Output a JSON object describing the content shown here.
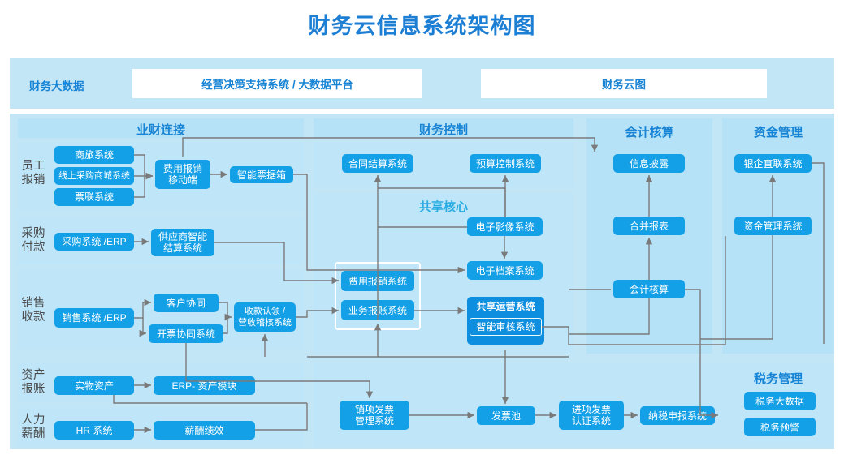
{
  "title": "财务云信息系统架构图",
  "theme": {
    "title_color": "#1d7fd4",
    "node_color": "#14a0e6",
    "node_dark": "#0d8ede",
    "panel_bg": "#b5e2f7",
    "outer_bg": "#c3e6f7",
    "wire_color": "#7a7a7a"
  },
  "top_band": {
    "label": "财务大数据",
    "boxes": [
      {
        "label": "经营决策支持系统 / 大数据平台"
      },
      {
        "label": "财务云图"
      }
    ]
  },
  "columns": {
    "business_finance": "业财连接",
    "financial_control": "财务控制",
    "accounting": "会计核算",
    "fund_management": "资金管理",
    "tax_management": "税务管理",
    "shared_core": "共享核心"
  },
  "rows": [
    {
      "label": "员工\n报销",
      "label_line1": "员工",
      "label_line2": "报销",
      "nodes": [
        "商旅系统",
        "线上采购商城系统",
        "票联系统",
        "费用报销\n移动端",
        "智能票据箱"
      ]
    },
    {
      "label_line1": "采购",
      "label_line2": "付款",
      "nodes": [
        "采购系统 /ERP",
        "供应商智能\n结算系统"
      ]
    },
    {
      "label_line1": "销售",
      "label_line2": "收款",
      "nodes": [
        "销售系统 /ERP",
        "客户协同",
        "开票协同系统",
        "收款认领 /\n营收稽核系统"
      ]
    },
    {
      "label_line1": "资产",
      "label_line2": "报账",
      "nodes": [
        "实物资产",
        "ERP- 资产模块"
      ]
    },
    {
      "label_line1": "人力",
      "label_line2": "薪酬",
      "nodes": [
        "HR 系统",
        "薪酬绩效"
      ]
    }
  ],
  "nodes": {
    "travel_system": "商旅系统",
    "online_mall": "线上采购商城系统",
    "ticket_union": "票联系统",
    "expense_mobile_l1": "费用报销",
    "expense_mobile_l2": "移动端",
    "smart_invoice_box": "智能票据箱",
    "purchase_erp": "采购系统 /ERP",
    "supplier_settle_l1": "供应商智能",
    "supplier_settle_l2": "结算系统",
    "sales_erp": "销售系统 /ERP",
    "customer_collab": "客户协同",
    "invoice_collab": "开票协同系统",
    "receipt_claim_l1": "收款认领 /",
    "receipt_claim_l2": "营收稽核系统",
    "physical_asset": "实物资产",
    "erp_asset_module": "ERP- 资产模块",
    "hr_system": "HR 系统",
    "payroll_perf": "薪酬绩效",
    "contract_settle": "合同结算系统",
    "budget_control": "预算控制系统",
    "expense_reimb_sys": "费用报销系统",
    "business_account_sys": "业务报账系统",
    "e_image_system": "电子影像系统",
    "e_archive_system": "电子档案系统",
    "shared_ops_system": "共享运营系统",
    "smart_audit_system": "智能审核系统",
    "info_disclosure": "信息披露",
    "merged_report": "合并报表",
    "accounting_node": "会计核算",
    "bank_direct": "银企直联系统",
    "fund_mgmt_sys": "资金管理系统",
    "output_invoice_l1": "销项发票",
    "output_invoice_l2": "管理系统",
    "invoice_pool": "发票池",
    "input_invoice_l1": "进项发票",
    "input_invoice_l2": "认证系统",
    "tax_declare_sys": "纳税申报系统",
    "tax_bigdata": "税务大数据",
    "tax_warning": "税务预警"
  }
}
